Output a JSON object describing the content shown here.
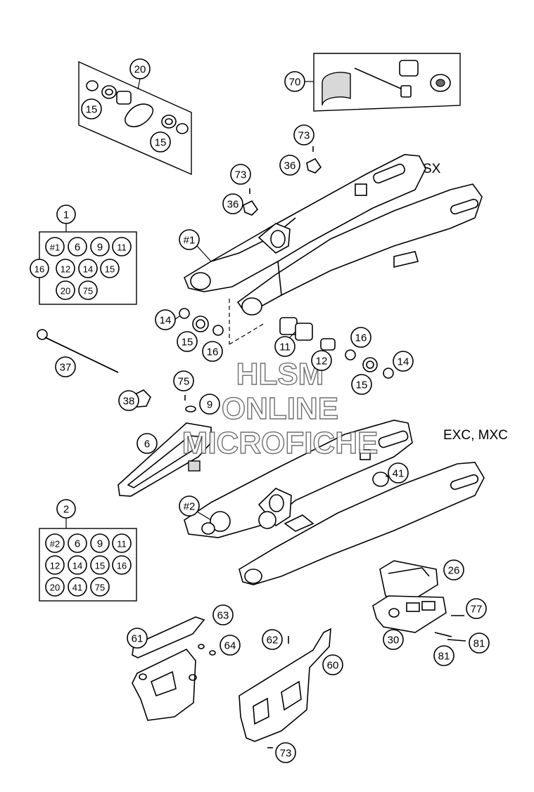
{
  "model_labels": {
    "sx": "SX",
    "exc_mxc": "EXC, MXC"
  },
  "watermark": {
    "line1": "HLSM",
    "line2": "ONLINE",
    "line3": "MICROFICHE"
  },
  "kits": {
    "kit1": {
      "number": "1",
      "items": [
        "#1",
        "6",
        "9",
        "11",
        "12",
        "14",
        "15",
        "16",
        "20",
        "75"
      ]
    },
    "kit2": {
      "number": "2",
      "items": [
        "#2",
        "6",
        "9",
        "11",
        "12",
        "14",
        "15",
        "16",
        "20",
        "41",
        "75"
      ]
    }
  },
  "callouts": {
    "c20_top": "20",
    "c15_a": "15",
    "c15_b": "15",
    "c70": "70",
    "c73_a": "73",
    "c36_a": "36",
    "c73_b": "73",
    "c36_b": "36",
    "c_arm1": "#1",
    "c14_a": "14",
    "c15_c": "15",
    "c16_a": "16",
    "c11": "11",
    "c16_b": "16",
    "c12": "12",
    "c14_b": "14",
    "c15_d": "15",
    "c37": "37",
    "c38": "38",
    "c75": "75",
    "c9": "9",
    "c6": "6",
    "c41": "41",
    "c_arm2": "#2",
    "c26": "26",
    "c77": "77",
    "c30": "30",
    "c81_a": "81",
    "c81_b": "81",
    "c61": "61",
    "c63": "63",
    "c64": "64",
    "c62": "62",
    "c60": "60",
    "c73_c": "73"
  }
}
